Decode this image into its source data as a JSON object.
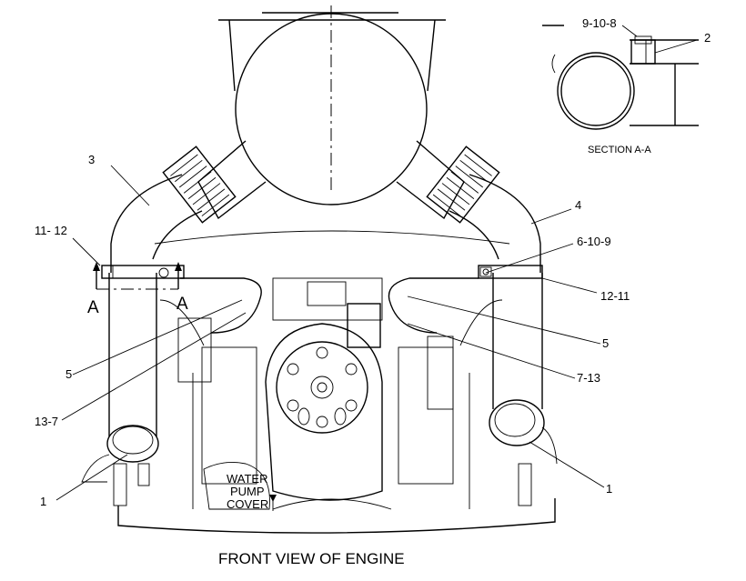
{
  "diagram": {
    "title": "FRONT VIEW OF ENGINE",
    "section_label": "SECTION A-A",
    "callouts": {
      "c_9_10_8": "9-10-8",
      "c_2": "2",
      "c_3": "3",
      "c_4": "4",
      "c_11_12": "11- 12",
      "c_6_10_9": "6-10-9",
      "c_12_11": "12-11",
      "c_a_left": "A",
      "c_a_right": "A",
      "c_5_left": "5",
      "c_5_right": "5",
      "c_7_13": "7-13",
      "c_13_7": "13-7",
      "c_1_left": "1",
      "c_1_right": "1"
    },
    "water_pump_cover": [
      "WATER",
      "PUMP",
      "COVER"
    ]
  }
}
